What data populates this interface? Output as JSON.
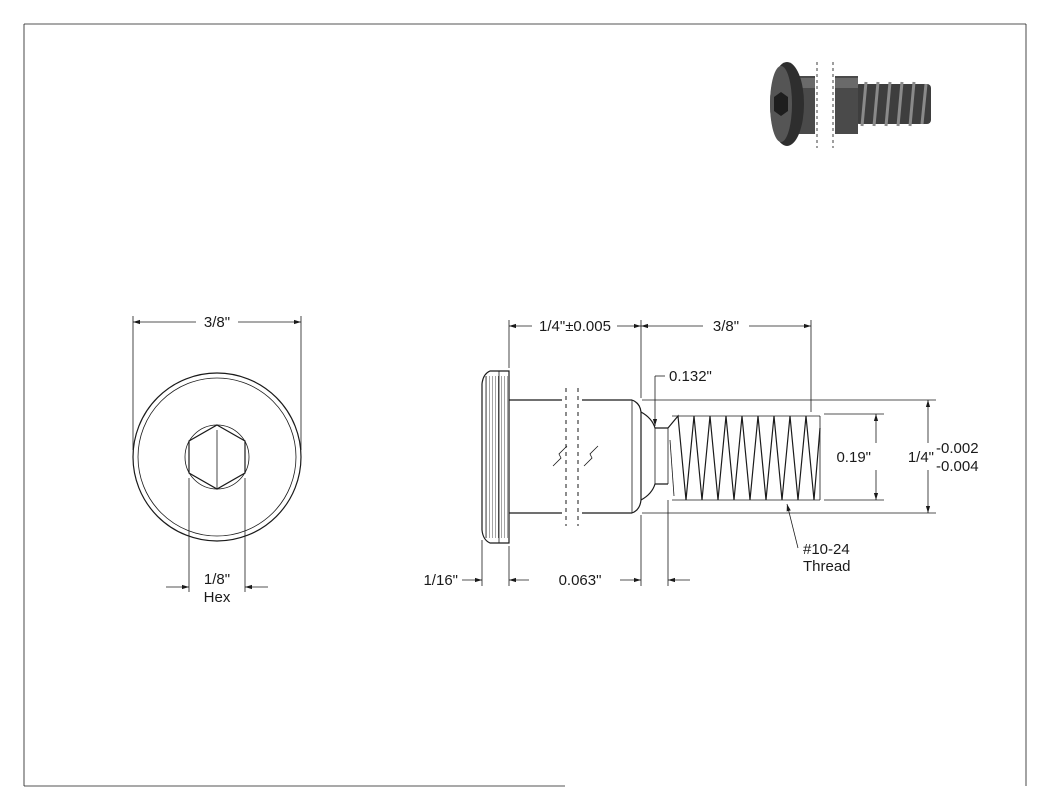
{
  "colors": {
    "line": "#1a1a1a",
    "photo_body": "#3e3e3e",
    "photo_highlight": "#8a8a8a",
    "background": "#ffffff"
  },
  "icons": {
    "product_photo": "shoulder-screw-photo-icon",
    "break_symbol": "break-symbol-icon",
    "hex_socket": "hex-socket-icon"
  },
  "end_view": {
    "head_diameter": "3/8\"",
    "hex_size": "1/8\"",
    "hex_label": "Hex"
  },
  "side_view": {
    "shoulder_length": "1/4\"±0.005",
    "thread_length": "3/8\"",
    "undercut_length": "0.132\"",
    "thread_minor_dia": "0.19\"",
    "shoulder_dia": "1/4\"",
    "shoulder_tol_upper": "-0.002",
    "shoulder_tol_lower": "-0.004",
    "head_height": "1/16\"",
    "undercut_width": "0.063\"",
    "thread_spec": "#10-24",
    "thread_label": "Thread"
  }
}
